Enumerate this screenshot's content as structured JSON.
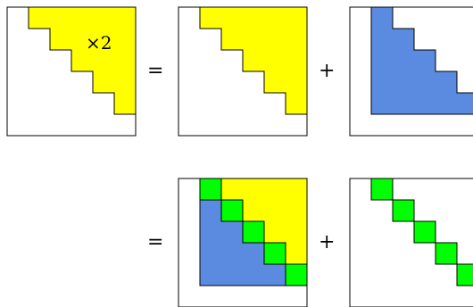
{
  "colors": {
    "yellow": "#ffff00",
    "blue": "#5b8be0",
    "green": "#00ff00",
    "stroke": "#000000",
    "background": "#ffffff"
  },
  "grid_size": 6,
  "operators": {
    "equals": "=",
    "plus": "+"
  },
  "annotations": {
    "times_two": "×2"
  },
  "panels": [
    {
      "name": "panel-strict-upper-times-two",
      "fill": "yellow",
      "region": "strict-upper",
      "row": 0,
      "col": 0
    },
    {
      "name": "panel-strict-upper",
      "fill": "yellow",
      "region": "strict-upper",
      "row": 0,
      "col": 1
    },
    {
      "name": "panel-lower-with-diagonal",
      "fill": "blue",
      "region": "lower-inclusive",
      "row": 0,
      "col": 2
    },
    {
      "name": "panel-combined",
      "fill": "mixed",
      "region": "full",
      "row": 1,
      "col": 1
    },
    {
      "name": "panel-diagonal",
      "fill": "green",
      "region": "diagonal",
      "row": 1,
      "col": 2
    }
  ]
}
